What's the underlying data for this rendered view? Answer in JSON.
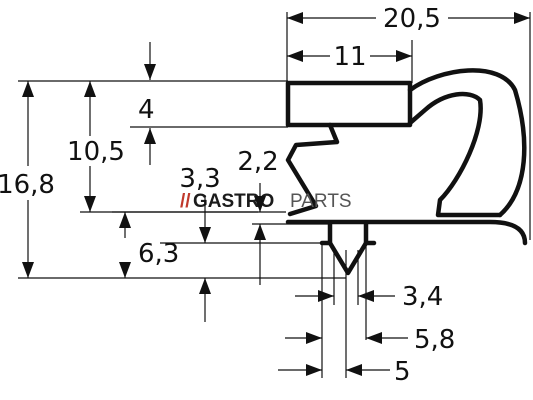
{
  "drawing": {
    "dimensions": {
      "total_width": "20,5",
      "top_width": "11",
      "top_height": "4",
      "mid_height": "10,5",
      "total_height": "16,8",
      "neck_gap": "2,2",
      "fin_step": "3,3",
      "fin_height": "6,3",
      "fin_base_width": "3,4",
      "arrow_width": "5,8",
      "fin_outer_width": "5"
    },
    "watermark": {
      "slashes": "//",
      "brand_bold": "GASTRO",
      "brand_light": "PARTS"
    }
  }
}
